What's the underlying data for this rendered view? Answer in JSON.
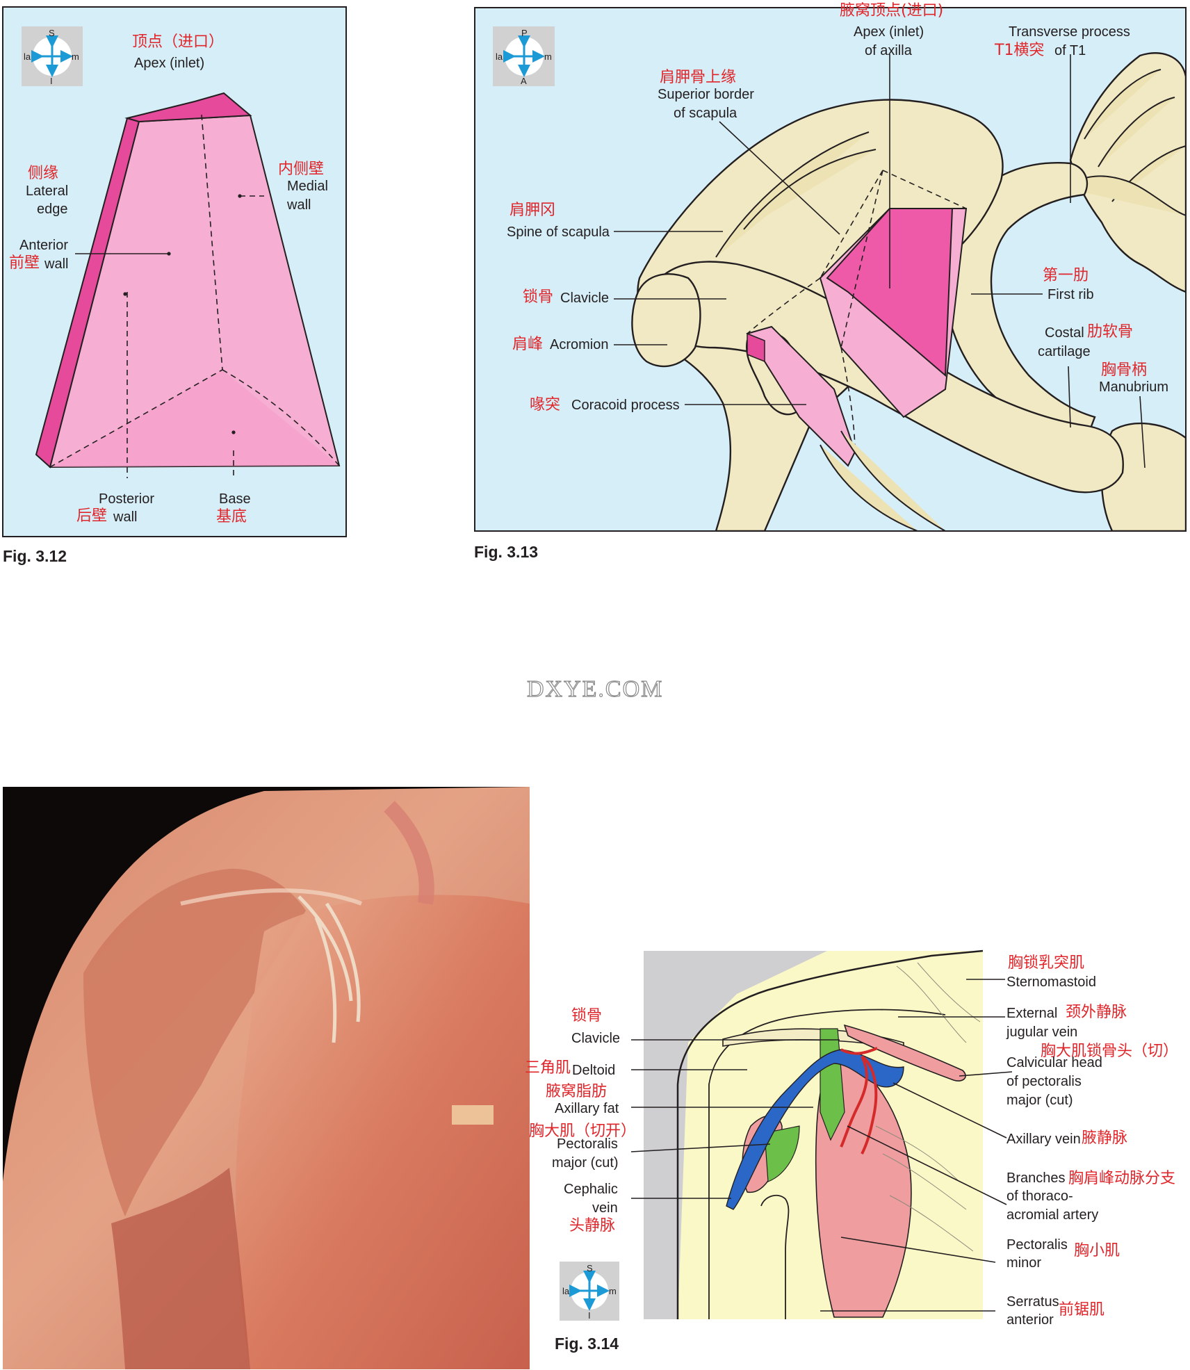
{
  "colors": {
    "sky": "#d6eef7",
    "pyramid_light": "#f6afd2",
    "pyramid_mid": "#f59bc8",
    "pyramid_dark": "#e54a9b",
    "bone": "#f1e9c4",
    "label_red": "#e0262b",
    "vein_blue": "#2b67c7",
    "artery_red": "#d42a2a",
    "muscle_pink": "#ef9d9f",
    "fat_green": "#6cc04a",
    "panel_yellow": "#fbf8c8",
    "panel_grey": "#cfcfd1"
  },
  "watermark": "DXYE.COM",
  "compass_sila": {
    "top": "S",
    "bottom": "I",
    "left": "la",
    "right": "m"
  },
  "compass_pa": {
    "top": "P",
    "bottom": "A",
    "left": "la",
    "right": "m"
  },
  "fig12": {
    "caption": "Fig. 3.12",
    "apex_zh": "顶点（进口）",
    "apex_en": "Apex (inlet)",
    "lateral_zh": "侧缘",
    "lateral_en1": "Lateral",
    "lateral_en2": "edge",
    "medial_zh": "内侧壁",
    "medial_en1": "Medial",
    "medial_en2": "wall",
    "anterior_en1": "Anterior",
    "anterior_zh": "前壁",
    "anterior_en2": "wall",
    "posterior_en1": "Posterior",
    "posterior_zh": "后壁",
    "posterior_en2": "wall",
    "base_en": "Base",
    "base_zh": "基底"
  },
  "fig13": {
    "caption": "Fig. 3.13",
    "apex_zh": "腋窝顶点(进口)",
    "apex_en1": "Apex (inlet)",
    "apex_en2": "of axilla",
    "tp_en1": "Transverse process",
    "tp_zh": "T1横突",
    "tp_en2": "of T1",
    "sup_zh": "肩胛骨上缘",
    "sup_en1": "Superior border",
    "sup_en2": "of scapula",
    "spine_zh": "肩胛冈",
    "spine_en": "Spine of scapula",
    "clav_zh": "锁骨",
    "clav_en": "Clavicle",
    "acro_zh": "肩峰",
    "acro_en": "Acromion",
    "cora_zh": "喙突",
    "cora_en": "Coracoid process",
    "rib_zh": "第一肋",
    "rib_en": "First rib",
    "costal_en1": "Costal",
    "costal_zh": "肋软骨",
    "costal_en2": "cartilage",
    "manu_zh": "胸骨柄",
    "manu_en": "Manubrium"
  },
  "fig14": {
    "caption": "Fig. 3.14",
    "clav_zh": "锁骨",
    "clav_en": "Clavicle",
    "delt_zh": "三角肌",
    "delt_en": "Deltoid",
    "fat_zh": "腋窝脂肪",
    "fat_en": "Axillary fat",
    "pmaj_zh": "胸大肌（切开）",
    "pmaj_en1": "Pectoralis",
    "pmaj_en2": "major (cut)",
    "ceph_en1": "Cephalic",
    "ceph_en2": "vein",
    "ceph_zh": "头静脉",
    "scm_zh": "胸锁乳突肌",
    "scm_en": "Sternomastoid",
    "ejv_en1": "External",
    "ejv_zh": "颈外静脉",
    "ejv_en2": "jugular vein",
    "clavhead_zh": "胸大肌锁骨头（切）",
    "clavhead_en1": "Calvicular head",
    "clavhead_en2": "of pectoralis",
    "clavhead_en3": "major (cut)",
    "axv_en": "Axillary vein",
    "axv_zh": "腋静脉",
    "thor_en1": "Branches",
    "thor_zh": "胸肩峰动脉分支",
    "thor_en2": "of thoraco-",
    "thor_en3": "acromial artery",
    "pmin_en1": "Pectoralis",
    "pmin_zh": "胸小肌",
    "pmin_en2": "minor",
    "serr_en1": "Serratus",
    "serr_zh": "前锯肌",
    "serr_en2": "anterior"
  }
}
